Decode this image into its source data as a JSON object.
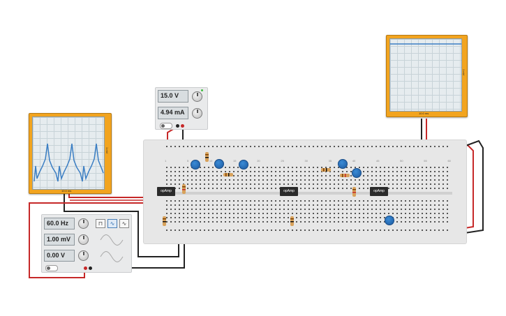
{
  "scopes": [
    {
      "id": "scope-left",
      "side_label": "1 mV",
      "bottom_label": "10.0 ms"
    },
    {
      "id": "scope-right",
      "side_label": "1 mV",
      "bottom_label": "10.0 ms"
    }
  ],
  "power_supply": {
    "voltage": "15.0 V",
    "current": "4.94 mA"
  },
  "function_generator": {
    "frequency": "60.0 Hz",
    "amplitude": "1.00 mV",
    "offset": "0.00 V",
    "waveforms": [
      "square",
      "triangle",
      "sine"
    ],
    "selected_waveform": "triangle"
  },
  "breadboard": {
    "chips": [
      {
        "label": "opAmp"
      },
      {
        "label": "opAmp"
      },
      {
        "label": "opAmp"
      }
    ],
    "column_numbers": [
      "1",
      "5",
      "10",
      "15",
      "20",
      "25",
      "30",
      "35",
      "40",
      "45",
      "50",
      "55",
      "60"
    ]
  },
  "colors": {
    "scope": "#f2a41f",
    "trace": "#3b7ec3",
    "wire_red": "#c62828",
    "wire_black": "#222222",
    "wire_green": "#2ea043",
    "wire_orange": "#f0961f",
    "wire_yellow": "#e3c21c"
  }
}
